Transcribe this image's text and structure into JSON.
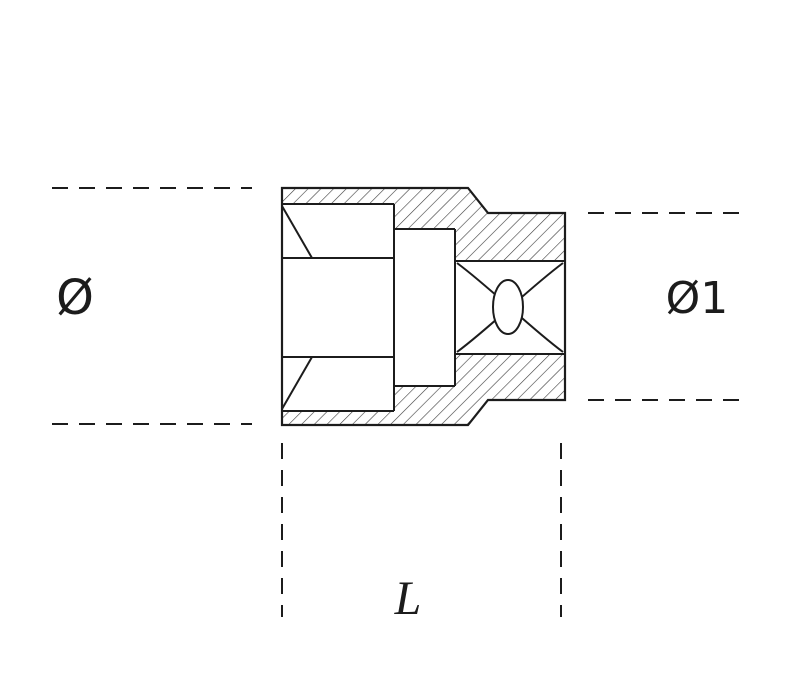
{
  "drawing": {
    "labels": {
      "diameter": "Ø",
      "diameter1": "Ø1",
      "length": "L"
    },
    "colors": {
      "background": "#ffffff",
      "line": "#1c1c1c",
      "hatch": "#3c3c3c"
    }
  }
}
